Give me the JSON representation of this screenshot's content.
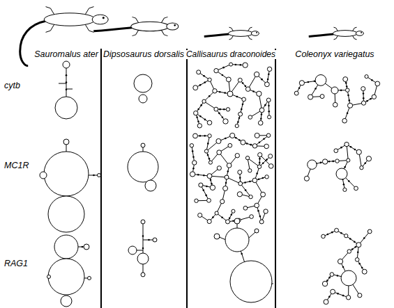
{
  "diagram": {
    "labels": [
      "Sauromalus ater",
      "Dipsosaurus dorsalis",
      "Callisaurus draconoides",
      "Coleonyx variegatus",
      "cytb",
      "MC1R",
      "RAG1"
    ]
  }
}
